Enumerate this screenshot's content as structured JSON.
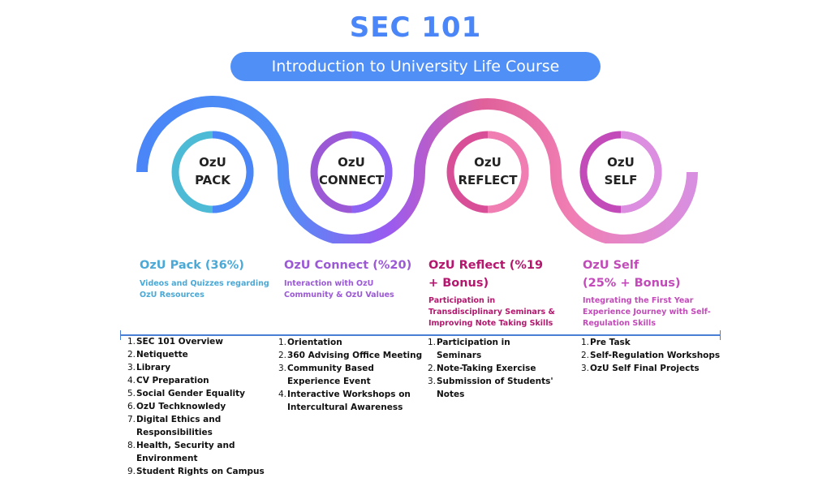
{
  "header": {
    "title": "SEC 101",
    "subtitle": "Introduction to University Life Course"
  },
  "stages": [
    {
      "circle_line1": "OzU",
      "circle_line2": "PACK",
      "heading_line1": "OzU Pack (36%)",
      "heading_line2": "",
      "description": "Videos and Quizzes regarding OzU Resources",
      "color": "#4aa9d6",
      "items": [
        {
          "n": "1.",
          "t": "SEC 101 Overview"
        },
        {
          "n": "2.",
          "t": "Netiquette"
        },
        {
          "n": "3.",
          "t": "Library"
        },
        {
          "n": "4.",
          "t": "CV Preparation"
        },
        {
          "n": "5.",
          "t": "Social Gender Equality"
        },
        {
          "n": "6.",
          "t": "OzU Techknowledy"
        },
        {
          "n": "7.",
          "t": "Digital Ethics and Responsibilities"
        },
        {
          "n": "8.",
          "t": "Health, Security and Environment"
        },
        {
          "n": "9.",
          "t": "Student Rights on Campus"
        }
      ]
    },
    {
      "circle_line1": "OzU",
      "circle_line2": "CONNECT",
      "heading_line1": "OzU Connect (%20)",
      "heading_line2": "",
      "description": "Interaction with OzU Community & OzU Values",
      "color": "#9b59d6",
      "items": [
        {
          "n": "1.",
          "t": "Orientation"
        },
        {
          "n": "2.",
          "t": "360 Advising Office Meeting"
        },
        {
          "n": "3.",
          "t": "Community Based Experience Event"
        },
        {
          "n": "4.",
          "t": "Interactive Workshops on Intercultural Awareness"
        }
      ]
    },
    {
      "circle_line1": "OzU",
      "circle_line2": "REFLECT",
      "heading_line1": "OzU Reflect (%19",
      "heading_line2": "+ Bonus)",
      "description": "Participation in Transdisciplinary Seminars & Improving Note Taking Skills",
      "color": "#b5176e",
      "items": [
        {
          "n": "1.",
          "t": "Participation in Seminars"
        },
        {
          "n": "2.",
          "t": "Note-Taking Exercise"
        },
        {
          "n": "3.",
          "t": "Submission of Students' Notes"
        }
      ]
    },
    {
      "circle_line1": "OzU",
      "circle_line2": "SELF",
      "heading_line1": "OzU Self",
      "heading_line2": "(25% + Bonus)",
      "description": "Integrating the First Year Experience Journey with Self-Regulation Skills",
      "color": "#c24bb9",
      "items": [
        {
          "n": "1.",
          "t": "Pre Task"
        },
        {
          "n": "2.",
          "t": "Self-Regulation Workshops"
        },
        {
          "n": "3.",
          "t": "OzU Self Final Projects"
        }
      ]
    }
  ]
}
